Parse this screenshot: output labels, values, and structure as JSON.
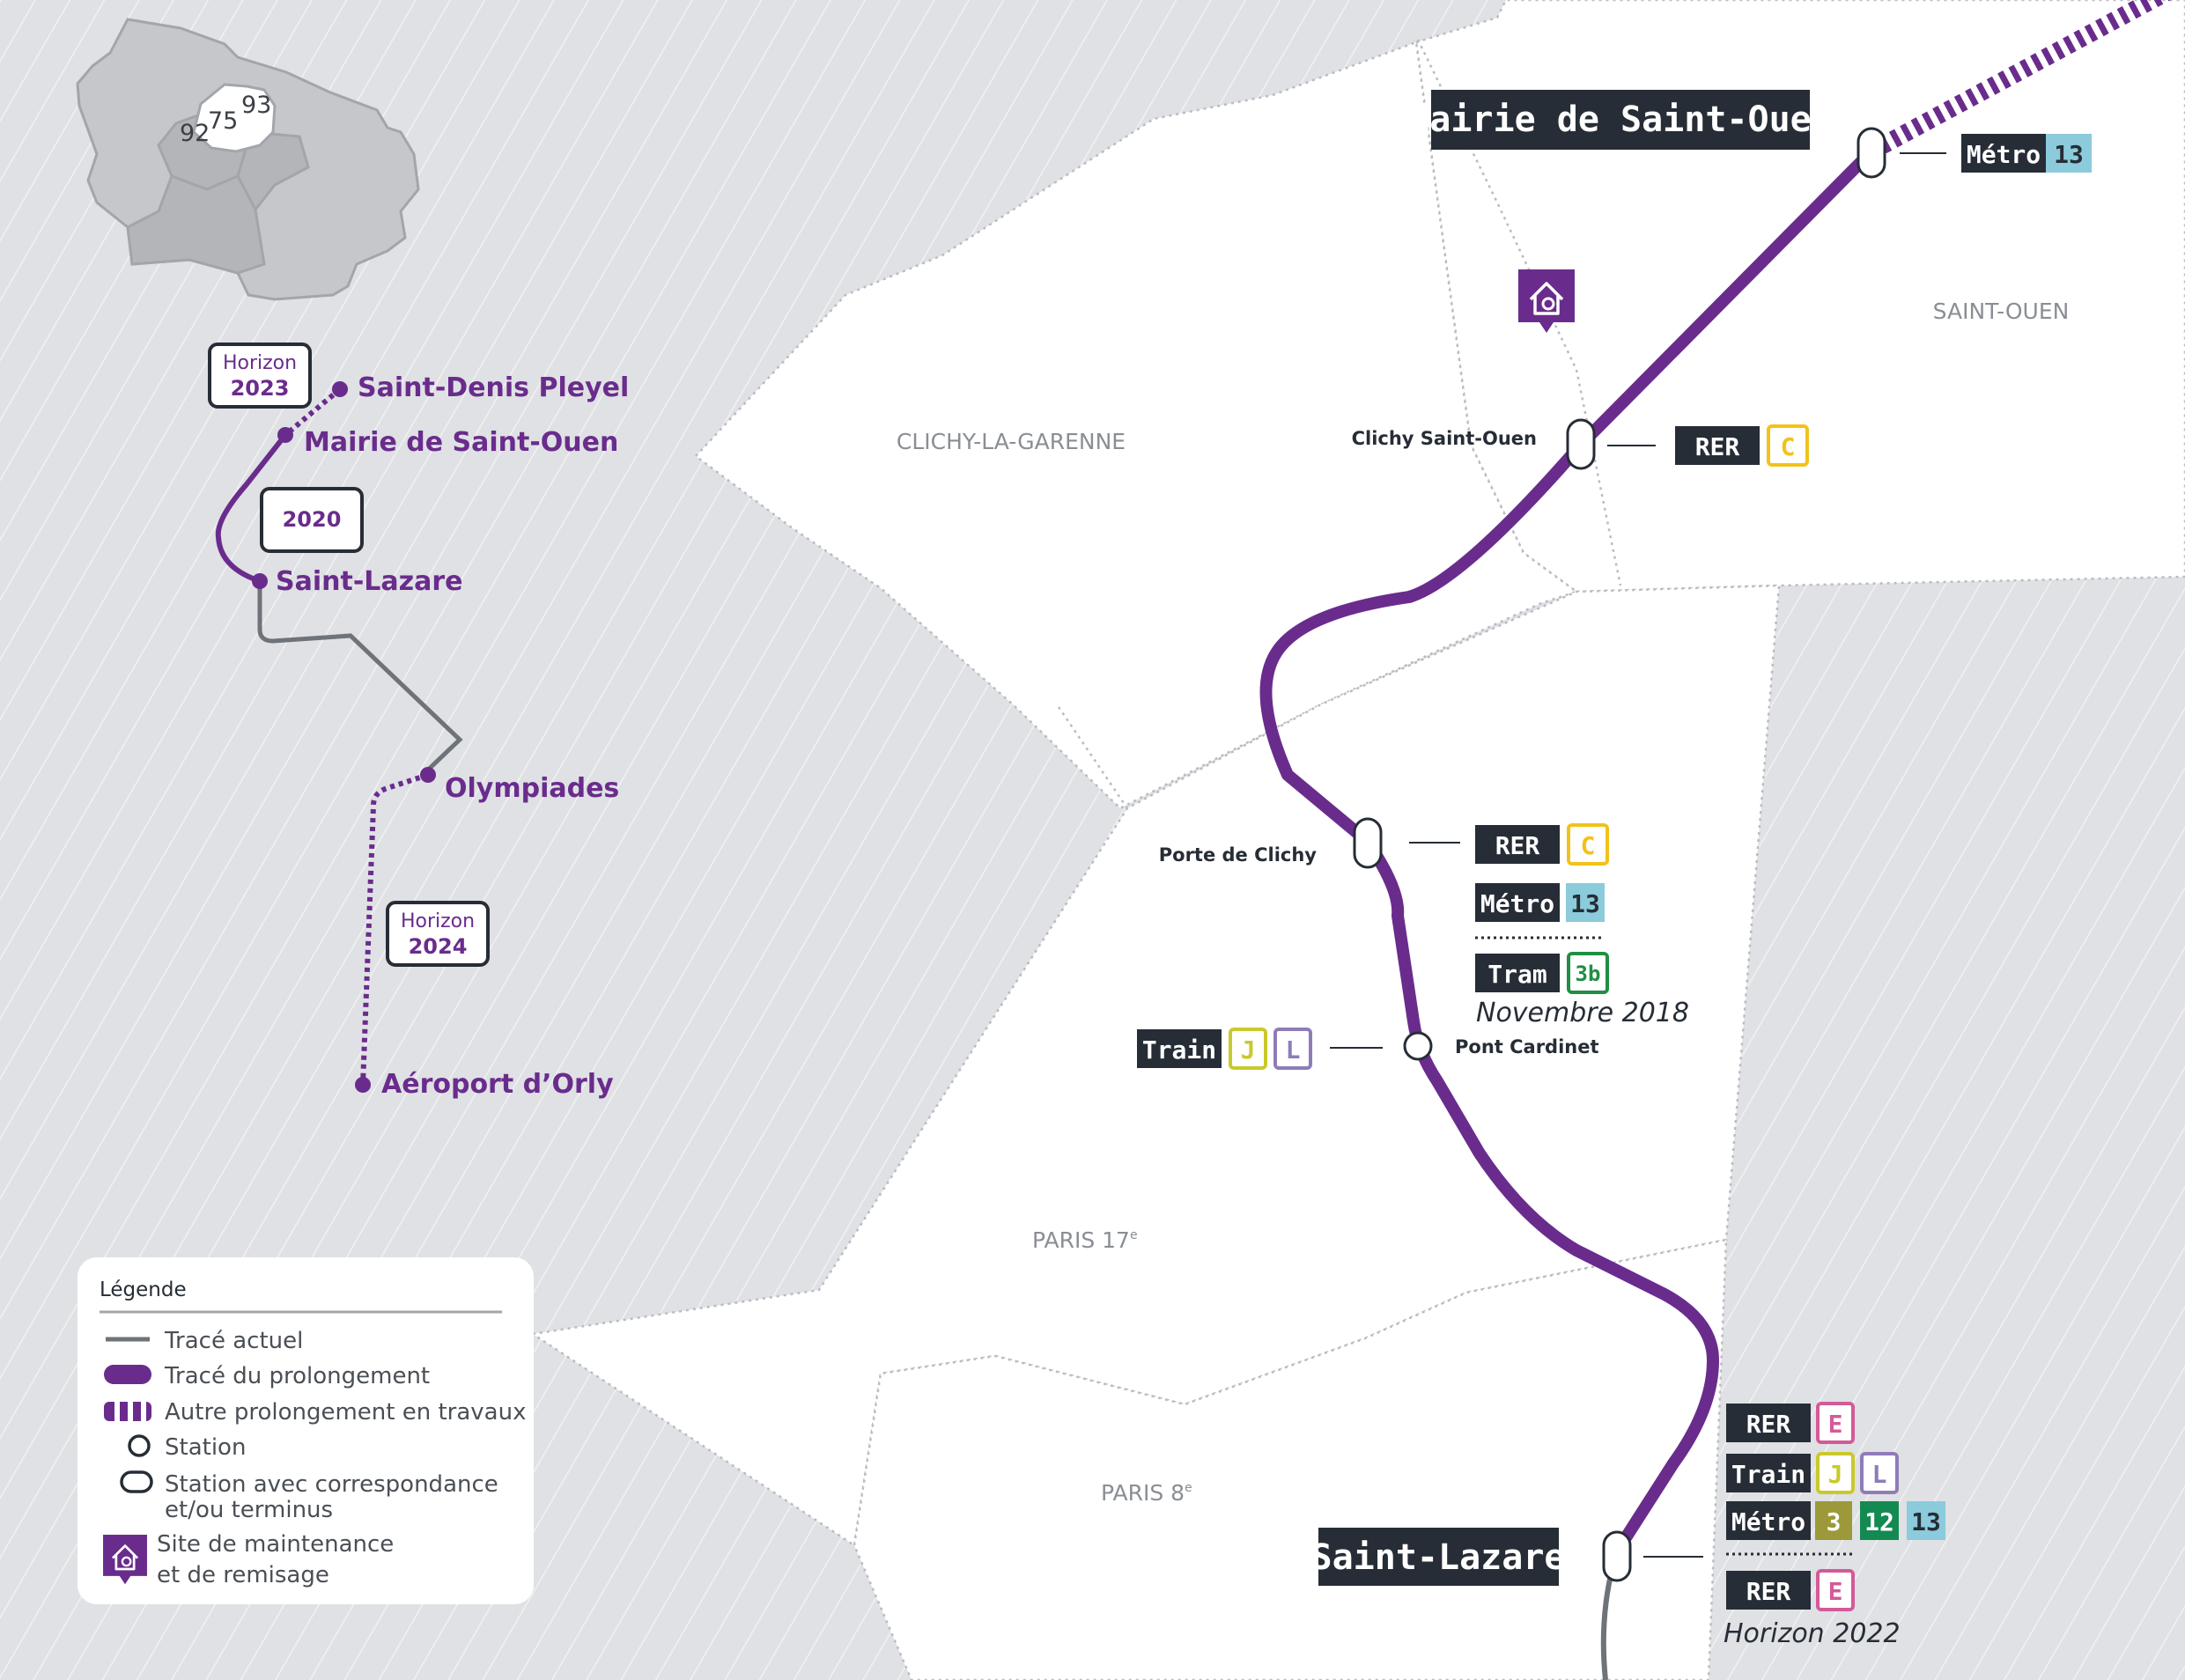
{
  "colors": {
    "line14": "#6a2c8c",
    "current_line": "#6e737a",
    "dark_badge": "#262d36",
    "rer_c": "#f2c21a",
    "rer_e": "#d35a98",
    "metro_13": "#8bcbdb",
    "metro_3": "#9b993a",
    "metro_12": "#138a52",
    "train_j": "#c9c92b",
    "train_l": "#8f7cb9",
    "tram_3b": "#1f8f44",
    "paris_zone": "#e0e2e5",
    "commune_zone": "#ffffff"
  },
  "communes": {
    "saint_ouen": "SAINT-OUEN",
    "clichy": "CLICHY-LA-GARENNE",
    "paris17_main": "PARIS 17",
    "paris17_sup": "e",
    "paris8_main": "PARIS 8",
    "paris8_sup": "e"
  },
  "inset": {
    "dept_92": "92",
    "dept_75": "75",
    "dept_93": "93"
  },
  "overview": {
    "stations": {
      "saint_denis": "Saint-Denis Pleyel",
      "mairie": "Mairie de Saint-Ouen",
      "saint_lazare": "Saint-Lazare",
      "olympiades": "Olympiades",
      "orly": "Aéroport d’Orly"
    },
    "badges": {
      "h2023_top": "Horizon",
      "h2023_bottom": "2023",
      "y2020": "2020",
      "h2024_top": "Horizon",
      "h2024_bottom": "2024"
    }
  },
  "stations": {
    "mairie": "Mairie de Saint-Ouen",
    "clichy_so": "Clichy Saint-Ouen",
    "porte_clichy": "Porte de Clichy",
    "pont_cardinet": "Pont Cardinet",
    "saint_lazare": "Saint-Lazare"
  },
  "connections": {
    "metro": "Métro",
    "rer": "RER",
    "train": "Train",
    "tram": "Tram",
    "line_13": "13",
    "line_c": "C",
    "line_e": "E",
    "line_j": "J",
    "line_l": "L",
    "line_3": "3",
    "line_12": "12",
    "line_3b": "3b",
    "novembre_2018": "Novembre 2018",
    "horizon_2022": "Horizon 2022"
  },
  "legend": {
    "title": "Légende",
    "current": "Tracé actuel",
    "extension": "Tracé du prolongement",
    "other_works": "Autre prolongement en travaux",
    "station": "Station",
    "station_corr_1": "Station avec correspondance",
    "station_corr_2": "et/ou terminus",
    "maintenance_1": "Site de maintenance",
    "maintenance_2": "et de remisage"
  },
  "icons": {
    "maintenance": "maintenance-site-icon"
  }
}
